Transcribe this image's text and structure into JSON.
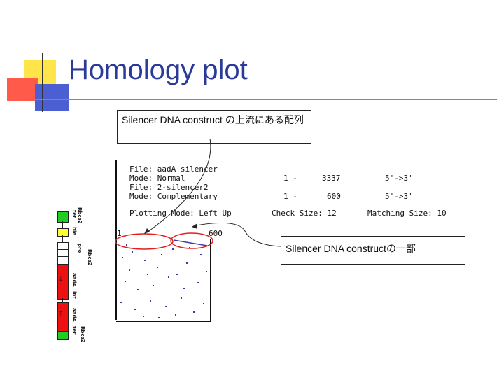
{
  "slide": {
    "title": "Homology plot",
    "callout_upstream": "Silencer DNA construct の上流にある配列",
    "callout_part": "Silencer DNA constructの一部"
  },
  "readout": {
    "line1_label": "File: aadA silencer",
    "line2_label": "Mode: Normal",
    "line2_range_start": "1 -",
    "line2_range_end": "3337",
    "line2_dir": "5'->3'",
    "line3_label": "File: 2-silencer2",
    "line4_label": "Mode: Complementary",
    "line4_range_start": "1 -",
    "line4_range_end": "600",
    "line4_dir": "5'->3'",
    "plotting_mode": "Plotting Mode: Left Up",
    "check_size": "Check Size: 12",
    "matching_size": "Matching Size: 10"
  },
  "plot": {
    "axis_start": "1",
    "axis_end": "600"
  },
  "gene_map": {
    "labels": [
      "Rbcs2",
      "ter",
      "ble",
      "pro",
      "Rbcs2",
      "aadA",
      "int",
      "aadA",
      "Rbcs2",
      "ter"
    ],
    "colors": {
      "ter": "#22cc22",
      "ble": "#ffff33",
      "aadA": "#ee1111",
      "outline": "#222222"
    }
  },
  "colors": {
    "title": "#2a3a98",
    "circle": "#e02020",
    "dots": "#3a3aa8"
  }
}
